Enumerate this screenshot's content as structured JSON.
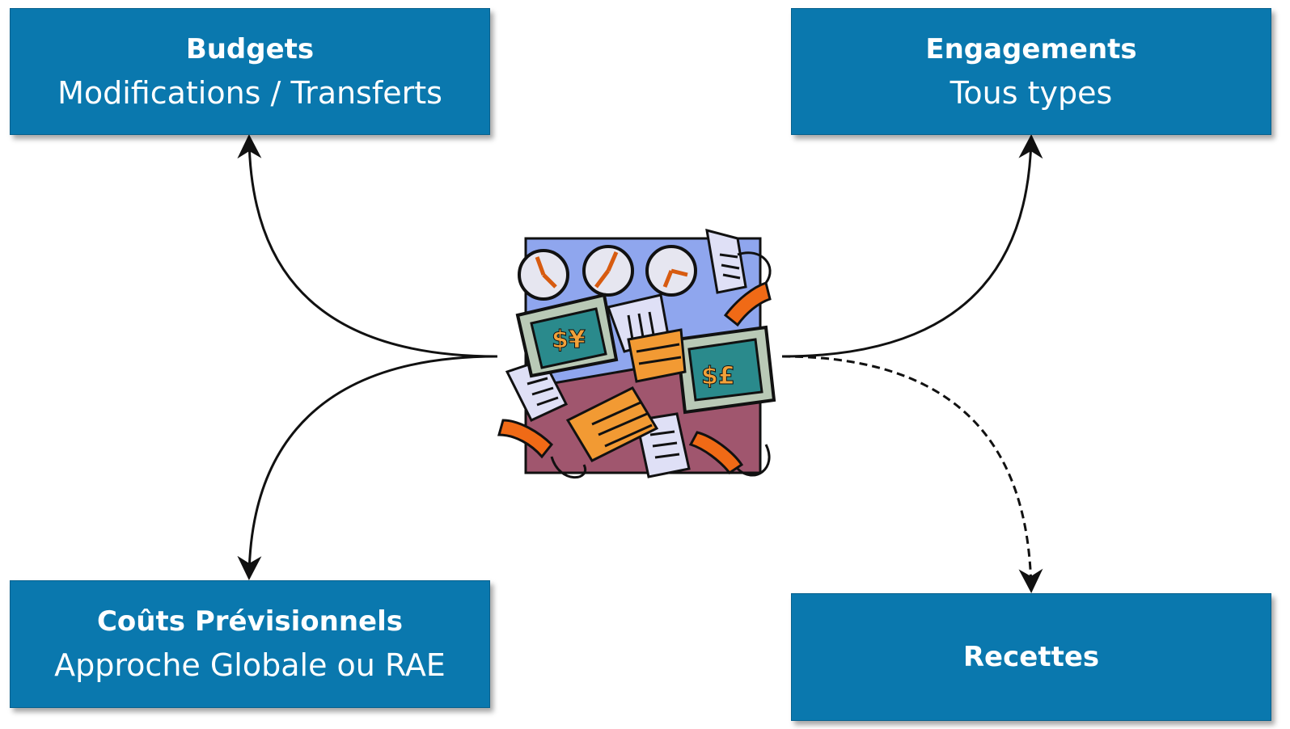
{
  "boxes": {
    "budgets": {
      "title": "Budgets",
      "subtitle": "Modifications / Transferts"
    },
    "engagements": {
      "title": "Engagements",
      "subtitle": "Tous types"
    },
    "couts": {
      "title": "Coûts Prévisionnels",
      "subtitle": "Approche Globale ou RAE"
    },
    "recettes": {
      "title": "Recettes",
      "subtitle": ""
    }
  },
  "colors": {
    "box_fill": "#0a78ae",
    "box_text": "#ffffff",
    "connector": "#111111"
  },
  "icons": {
    "center": "finance-office-clipart-icon"
  }
}
